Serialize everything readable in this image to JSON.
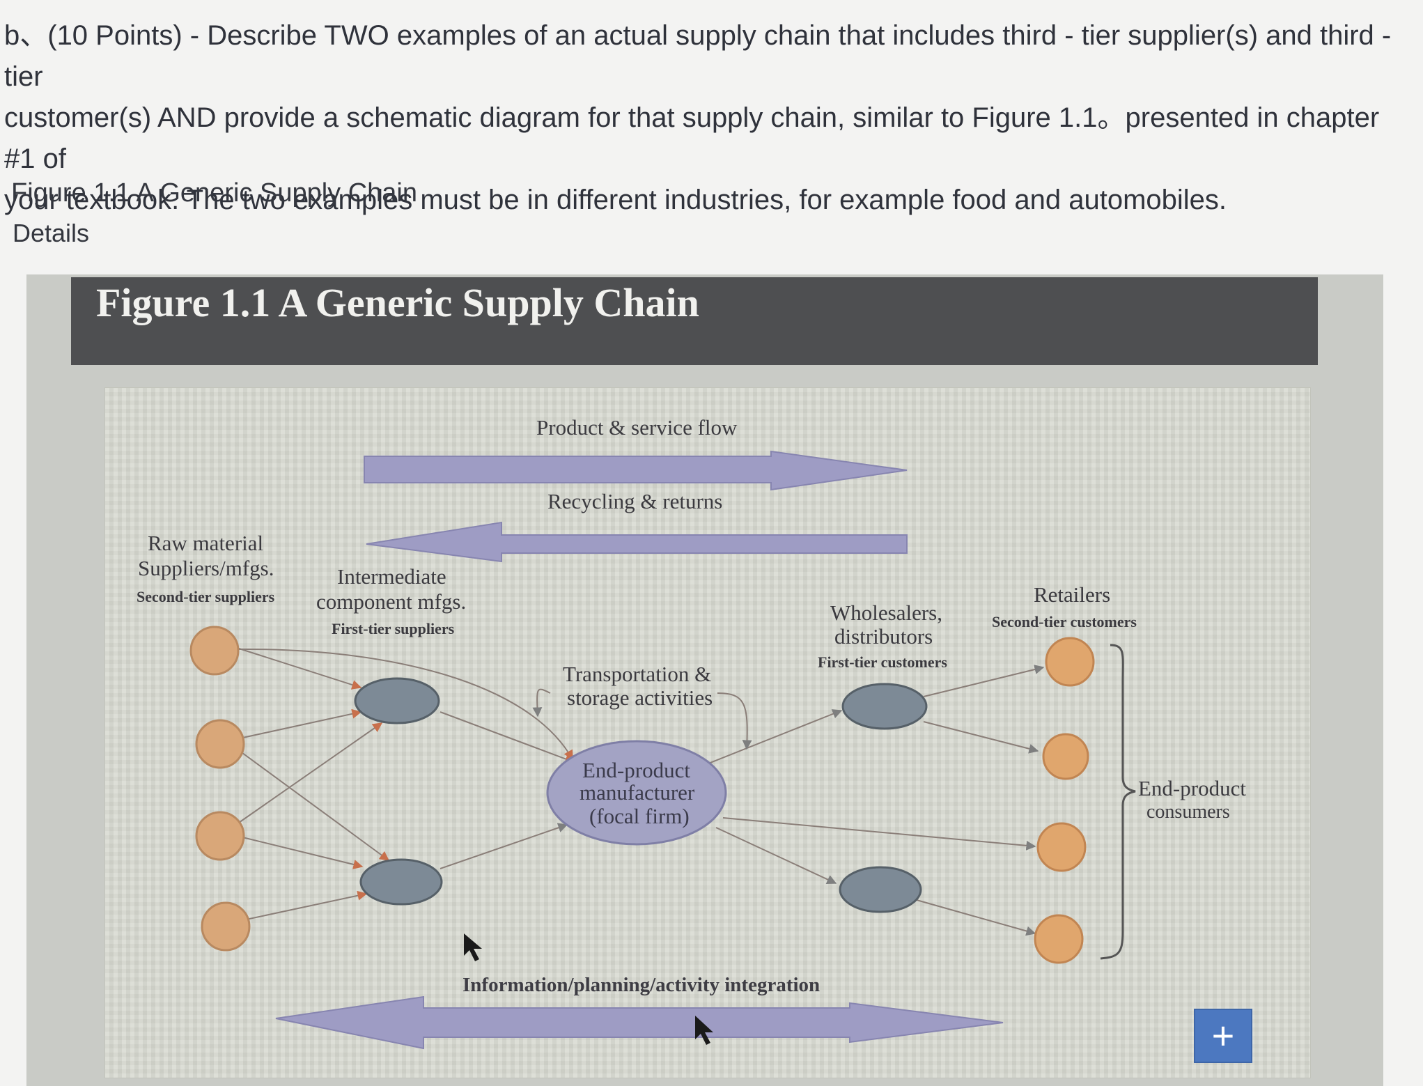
{
  "question": {
    "line1": "b、(10 Points) - Describe TWO examples of an actual supply chain that includes third - tier supplier(s) and third - tier",
    "line2": "customer(s) AND provide a schematic diagram for that supply chain, similar to Figure 1.1。presented in chapter #1 of",
    "line3": "your textbook. The two examples must be in different industries, for example food and automobiles."
  },
  "figure_caption": "Figure 1.1 A Generic Supply Chain",
  "details_label": "Details",
  "figure": {
    "header_title": "Figure  1.1 A Generic Supply Chain",
    "product_flow": "Product & service flow",
    "recycling": "Recycling & returns",
    "raw_material_1": "Raw material",
    "raw_material_2": "Suppliers/mfgs.",
    "second_tier_suppliers": "Second-tier suppliers",
    "intermediate_1": "Intermediate",
    "intermediate_2": "component mfgs.",
    "first_tier_suppliers": "First-tier suppliers",
    "transport_1": "Transportation &",
    "transport_2": "storage activities",
    "focal_1": "End-product",
    "focal_2": "manufacturer",
    "focal_3": "(focal firm)",
    "wholesalers_1": "Wholesalers,",
    "wholesalers_2": "distributors",
    "first_tier_customers": "First-tier customers",
    "retailers": "Retailers",
    "second_tier_customers": "Second-tier customers",
    "consumers_1": "End-product",
    "consumers_2": "consumers",
    "info_integration": "Information/planning/activity integration"
  },
  "expand_button": "+",
  "colors": {
    "supplier_node": "#d9a779",
    "retailer_node": "#e0a66d",
    "mid_node": "#7d8a96",
    "focal_node": "#a3a3c4",
    "flow_arrow": "#9e9cc4"
  }
}
